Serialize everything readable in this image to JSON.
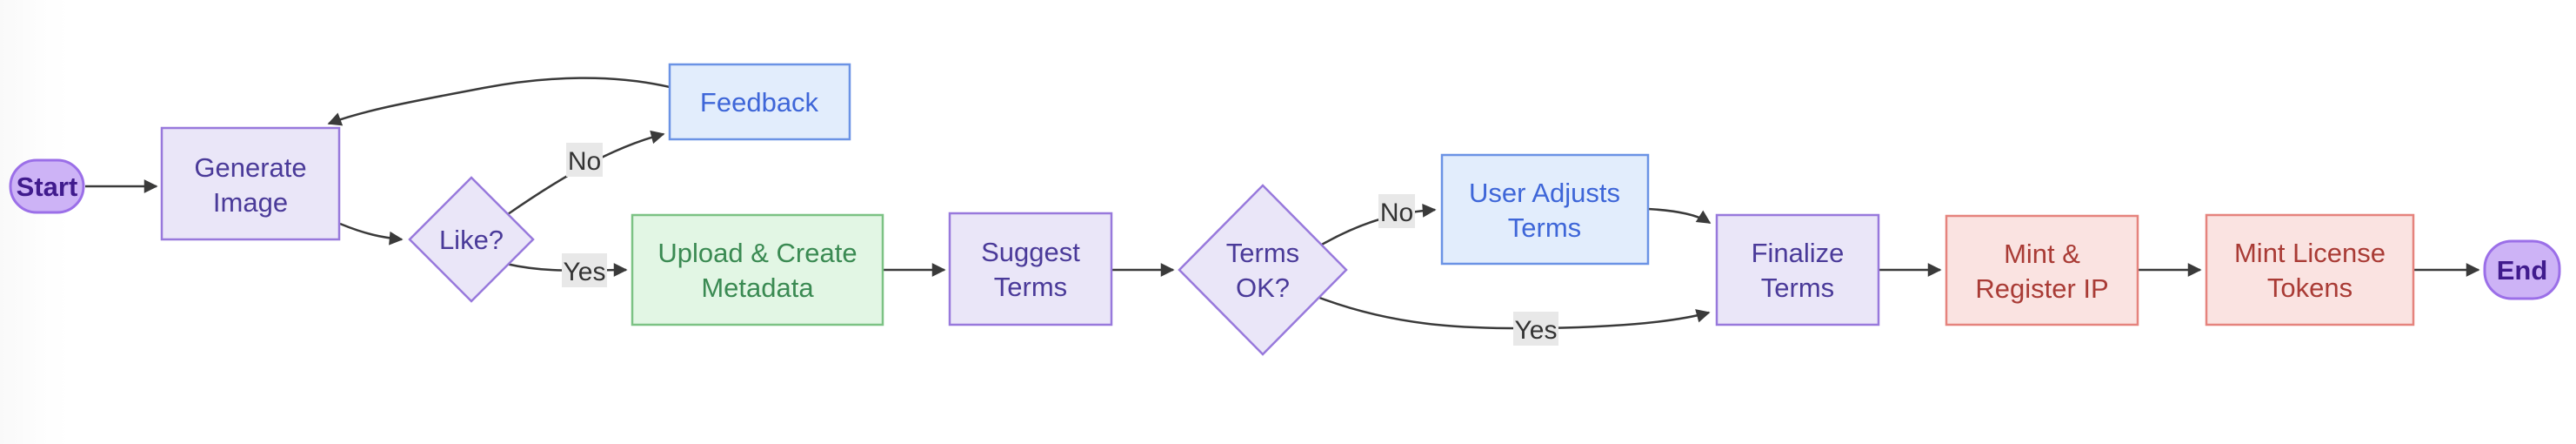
{
  "diagram_type": "flowchart",
  "direction": "left-to-right",
  "nodes": {
    "start": {
      "label": "Start",
      "shape": "stadium"
    },
    "generate_image": {
      "label": "Generate Image",
      "line1": "Generate",
      "line2": "Image",
      "shape": "rectangle"
    },
    "like": {
      "label": "Like?",
      "shape": "diamond"
    },
    "feedback": {
      "label": "Feedback",
      "shape": "rectangle"
    },
    "upload_metadata": {
      "label": "Upload & Create Metadata",
      "line1": "Upload & Create",
      "line2": "Metadata",
      "shape": "rectangle"
    },
    "suggest_terms": {
      "label": "Suggest Terms",
      "line1": "Suggest",
      "line2": "Terms",
      "shape": "rectangle"
    },
    "terms_ok": {
      "label": "Terms OK?",
      "line1": "Terms",
      "line2": "OK?",
      "shape": "diamond"
    },
    "user_adjusts_terms": {
      "label": "User Adjusts Terms",
      "line1": "User Adjusts",
      "line2": "Terms",
      "shape": "rectangle"
    },
    "finalize_terms": {
      "label": "Finalize Terms",
      "line1": "Finalize",
      "line2": "Terms",
      "shape": "rectangle"
    },
    "mint_register_ip": {
      "label": "Mint & Register IP",
      "line1": "Mint &",
      "line2": "Register IP",
      "shape": "rectangle"
    },
    "mint_license_tokens": {
      "label": "Mint License Tokens",
      "line1": "Mint License",
      "line2": "Tokens",
      "shape": "rectangle"
    },
    "end": {
      "label": "End",
      "shape": "stadium"
    }
  },
  "edge_labels": {
    "like_no": "No",
    "like_yes": "Yes",
    "terms_no": "No",
    "terms_yes": "Yes"
  },
  "edges": [
    {
      "from": "start",
      "to": "generate_image",
      "label": ""
    },
    {
      "from": "generate_image",
      "to": "like",
      "label": ""
    },
    {
      "from": "like",
      "to": "feedback",
      "label": "No"
    },
    {
      "from": "feedback",
      "to": "generate_image",
      "label": ""
    },
    {
      "from": "like",
      "to": "upload_metadata",
      "label": "Yes"
    },
    {
      "from": "upload_metadata",
      "to": "suggest_terms",
      "label": ""
    },
    {
      "from": "suggest_terms",
      "to": "terms_ok",
      "label": ""
    },
    {
      "from": "terms_ok",
      "to": "user_adjusts_terms",
      "label": "No"
    },
    {
      "from": "user_adjusts_terms",
      "to": "finalize_terms",
      "label": ""
    },
    {
      "from": "terms_ok",
      "to": "finalize_terms",
      "label": "Yes"
    },
    {
      "from": "finalize_terms",
      "to": "mint_register_ip",
      "label": ""
    },
    {
      "from": "mint_register_ip",
      "to": "mint_license_tokens",
      "label": ""
    },
    {
      "from": "mint_license_tokens",
      "to": "end",
      "label": ""
    }
  ],
  "colors": {
    "purple_fill": "#EAE6F8",
    "purple_stroke": "#9879DC",
    "purple_text": "#4A3A99",
    "stadium_fill": "#CDB3F6",
    "stadium_stroke": "#9B6FE8",
    "stadium_text": "#401B8D",
    "blue_fill": "#E2EDFC",
    "blue_stroke": "#6B93E5",
    "blue_text": "#3E66D8",
    "green_fill": "#E2F6E4",
    "green_stroke": "#7CC284",
    "green_text": "#3A8A52",
    "red_fill": "#FAE3E1",
    "red_stroke": "#E5837D",
    "red_text": "#A93B35",
    "edge_line": "#3A3A3A",
    "edge_label_bg": "#E8E8E8",
    "edge_label_text": "#333333",
    "background": "#FFFFFF"
  }
}
